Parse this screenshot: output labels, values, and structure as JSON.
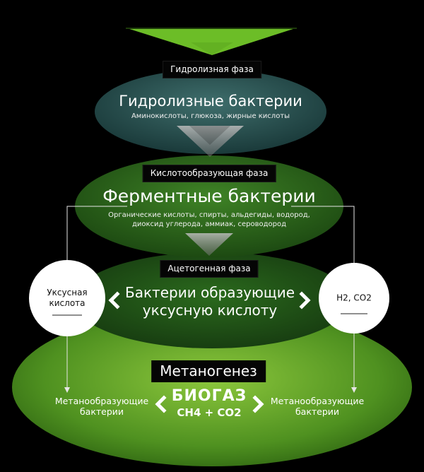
{
  "title": "",
  "phases": {
    "hydrolysis": {
      "label": "Гидролизная фаза",
      "bacteria": "Гидролизные бактерии",
      "products": "Аминокислоты, глюкоза, жирные кислоты"
    },
    "acid": {
      "label": "Кислотообразующая фаза",
      "bacteria": "Ферментные бактерии",
      "products_line1": "Органические кислоты, спирты, альдегиды, водород,",
      "products_line2": "диоксид углерода, аммиак, сероводород"
    },
    "acetogenic": {
      "label": "Ацетогенная фаза",
      "bacteria_line1": "Бактерии образующие",
      "bacteria_line2": "уксусную кислоту"
    },
    "methanogenesis": {
      "label": "Метаногенез",
      "left_line1": "Метанообразующие",
      "left_line2": "бактерии",
      "right_line1": "Метанообразующие",
      "right_line2": "бактерии",
      "product_line1": "БИОГАЗ",
      "product_line2": "CH4 + CO2"
    }
  },
  "circles": {
    "left_line1": "Уксусная",
    "left_line2": "кислота",
    "right": "H2, CO2"
  },
  "colors": {
    "background": "#000000",
    "ellipse1": "#2c5656",
    "ellipse2": "#2f6a1c",
    "ellipse3": "#24531b",
    "ellipse4": "#5fa52a",
    "arrow": "#6dbf25",
    "chevron_gray": "#9a9a9a"
  }
}
